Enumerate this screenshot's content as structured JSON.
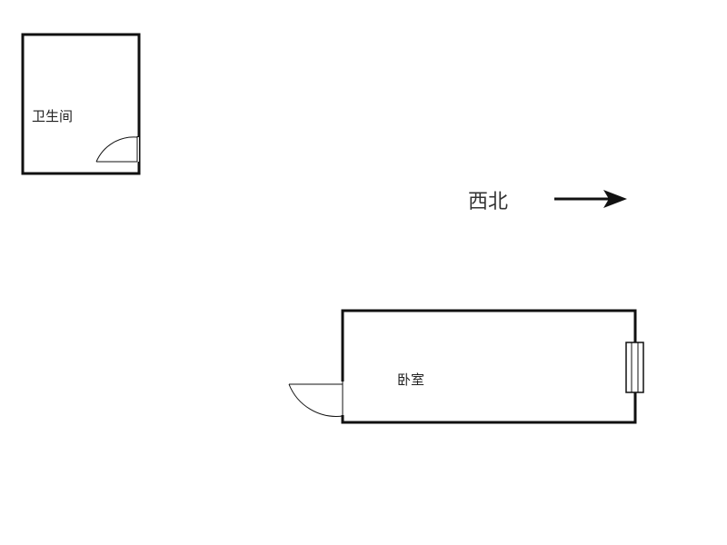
{
  "rooms": {
    "bathroom": {
      "label": "卫生间"
    },
    "bedroom": {
      "label": "卧室"
    }
  },
  "compass": {
    "label": "西北",
    "icon": "arrow-right-icon"
  },
  "colors": {
    "wall": "#111111",
    "background": "#ffffff"
  }
}
